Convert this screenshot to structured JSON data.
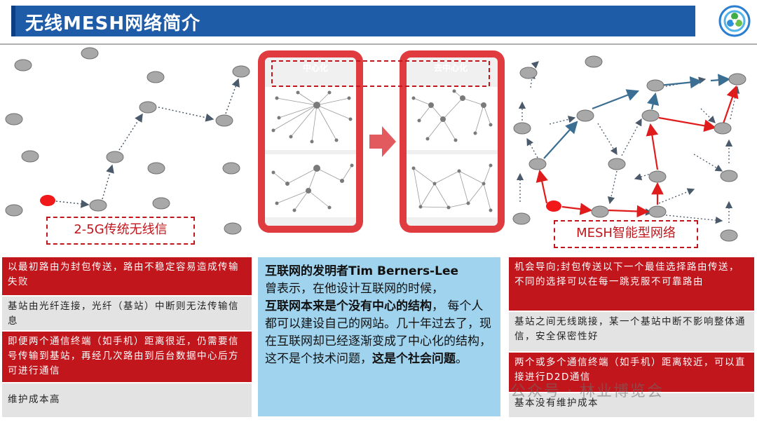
{
  "title": "无线MESH网络简介",
  "labels": {
    "left_network": "2-5G传统无线信",
    "right_network": "MESH智能型网络",
    "center_phone": "中心化",
    "decenter_phone": "去中心化"
  },
  "left_column": [
    {
      "style": "red",
      "text": "以最初路由为封包传送，路由不稳定容易造成传输失败"
    },
    {
      "style": "gray",
      "text": "基站由光纤连接，光纤（基站）中断则无法传输信息"
    },
    {
      "style": "red",
      "text": "即便两个通信终端（如手机）距离很近，仍需要信号传输到基站，再经几次路由到后台数据中心后方可进行通信"
    },
    {
      "style": "gray",
      "text": "维护成本高"
    }
  ],
  "middle": {
    "line1_bold": "互联网的发明者Tim Berners-Lee",
    "line2": "曾表示，在他设计互联网的时候，",
    "line3_bold": "互联网本来是个没有中心的结构",
    "line3_tail": "，",
    "line4": "每个人都可以建设自己的网站。几十年过去了，现在互联网却已经逐渐变成了中心化的结构，这不是个技术问题，",
    "line5_bold": "这是个社会问题",
    "line5_tail": "。"
  },
  "right_column": [
    {
      "style": "red",
      "text": "机会导向;封包传送以下一个最佳选择路由传送，不同的选择可以在每一跳克服不可靠路由"
    },
    {
      "style": "gray",
      "text": "基站之间无线跳接，某一个基站中断不影响整体通信，安全保密性好"
    },
    {
      "style": "red",
      "text": "两个或多个通信终端（如手机）距离较近，可以直接进行D2D通信"
    },
    {
      "style": "gray",
      "text": "基本没有维护成本"
    }
  ],
  "watermark": "公众号 · 林业博览会",
  "colors": {
    "accent_red": "#c0161c",
    "title_blue": "#1f5ca8",
    "mid_blue": "#9fd3ee",
    "node_gray": "#a8a8a8"
  }
}
